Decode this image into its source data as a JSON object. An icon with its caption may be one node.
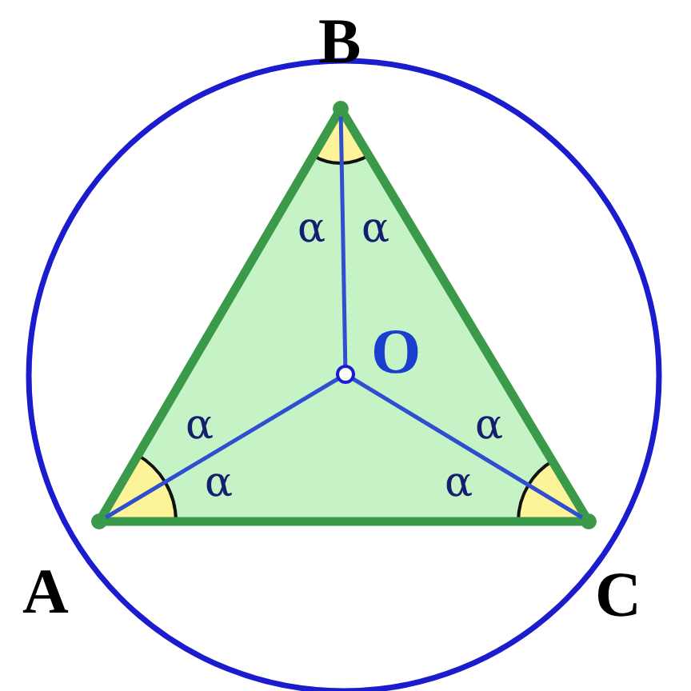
{
  "diagram": {
    "nodes": [
      {
        "text": [
          "B"
        ]
      },
      {
        "text": [
          "O"
        ]
      },
      {
        "text": [
          "A"
        ]
      },
      {
        "text": [
          "C"
        ]
      }
    ],
    "edges": [
      {
        "from": 0,
        "to": 2,
        "arrow": "none",
        "style": "thick",
        "color": "#3a9a4a"
      },
      {
        "from": 0,
        "to": 3,
        "arrow": "none",
        "style": "thick",
        "color": "#3a9a4a"
      },
      {
        "from": 2,
        "to": 3,
        "arrow": "none",
        "style": "thick",
        "color": "#3a9a4a"
      },
      {
        "from": 1,
        "to": 0,
        "arrow": "none",
        "color": "#2f4fd0"
      },
      {
        "from": 1,
        "to": 2,
        "arrow": "none",
        "color": "#2f4fd0"
      },
      {
        "from": 1,
        "to": 3,
        "arrow": "none",
        "color": "#2f4fd0"
      }
    ],
    "labels": [
      "α",
      "α",
      "α",
      "α",
      "α",
      "α"
    ]
  }
}
